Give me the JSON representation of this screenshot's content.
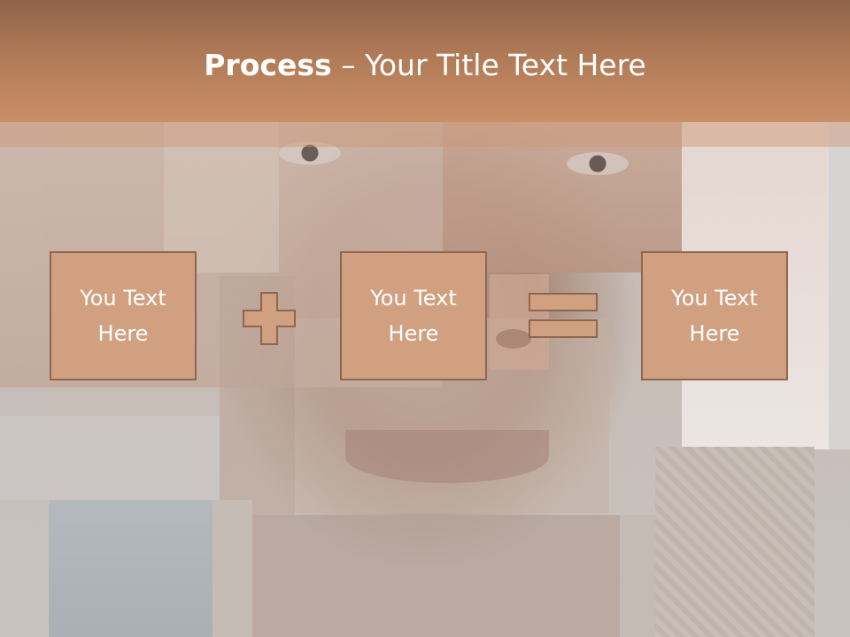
{
  "title": {
    "bold": "Process",
    "rest": " – Your Title Text Here"
  },
  "boxes": [
    {
      "label": "You Text\nHere"
    },
    {
      "label": "You Text\nHere"
    },
    {
      "label": "You Text\nHere"
    }
  ],
  "operators": [
    "plus-icon",
    "equals-icon"
  ],
  "colors": {
    "header": "#b07a57",
    "box_fill": "#d0a080",
    "box_border": "#8f6650",
    "text": "#ffffff"
  }
}
